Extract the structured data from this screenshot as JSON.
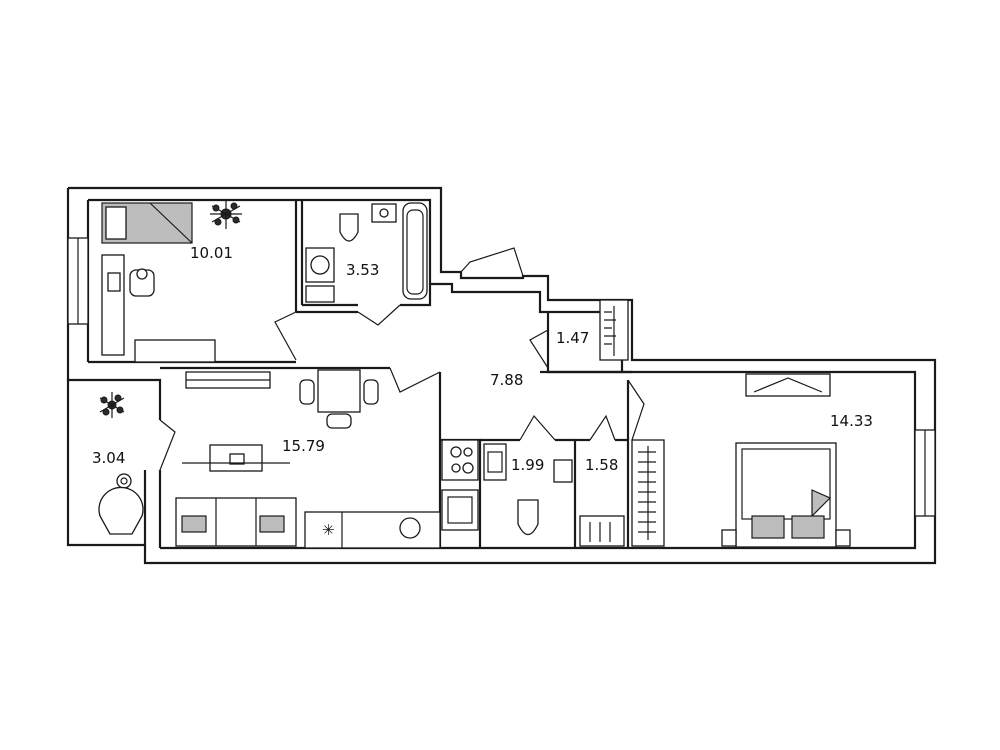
{
  "rooms": [
    {
      "id": "room-office",
      "area": "10.01"
    },
    {
      "id": "room-bathroom",
      "area": "3.53"
    },
    {
      "id": "room-storage",
      "area": "1.47"
    },
    {
      "id": "room-hallway",
      "area": "7.88"
    },
    {
      "id": "room-bedroom",
      "area": "14.33"
    },
    {
      "id": "room-balcony",
      "area": "3.04"
    },
    {
      "id": "room-living-kitchen",
      "area": "15.79"
    },
    {
      "id": "room-toilet",
      "area": "1.99"
    },
    {
      "id": "room-closet",
      "area": "1.58"
    }
  ],
  "colors": {
    "wall": "#1a1a1a",
    "furniture_shade": "#bdbdbd",
    "background": "#ffffff"
  }
}
